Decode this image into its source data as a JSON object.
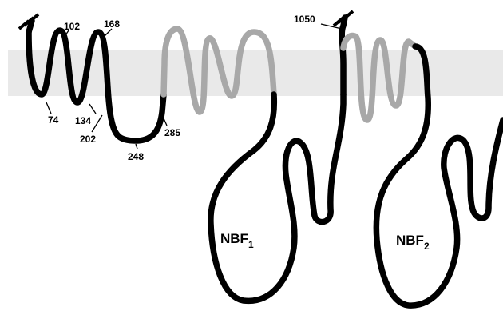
{
  "residue_labels": [
    "102",
    "168",
    "74",
    "134",
    "202",
    "248",
    "285",
    "1050"
  ],
  "domain_labels": [
    {
      "base": "NBF",
      "sub": "1"
    },
    {
      "base": "NBF",
      "sub": "2"
    }
  ],
  "colors": {
    "membrane": "#e9e9e9",
    "dark_segment": "#000000",
    "light_segment": "#a8a8a8"
  }
}
